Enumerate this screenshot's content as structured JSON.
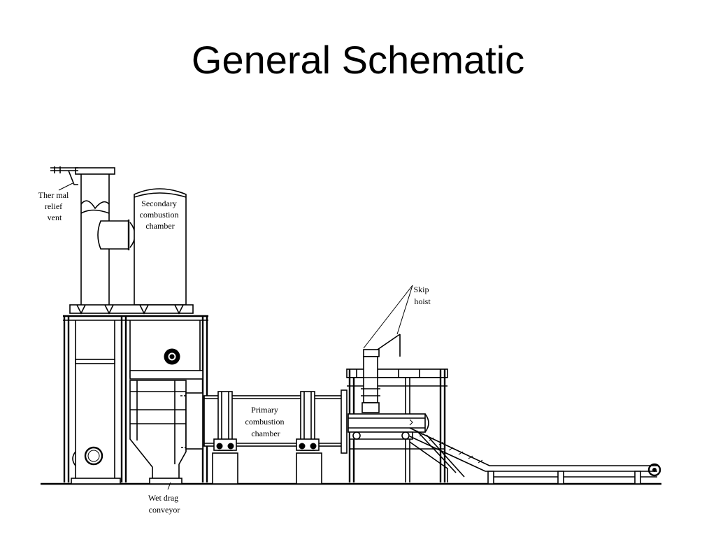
{
  "title": "General Schematic",
  "labels": {
    "thermal_relief_vent": [
      "Ther mal",
      "relief",
      "vent"
    ],
    "secondary_combustion_chamber": [
      "Secondary",
      "combustion",
      "chamber"
    ],
    "skip_hoist": [
      "Skip",
      "hoist"
    ],
    "primary_combustion_chamber": [
      "Primary",
      "combustion",
      "chamber"
    ],
    "wet_drag_conveyor": [
      "Wet drag",
      "conveyor"
    ]
  }
}
